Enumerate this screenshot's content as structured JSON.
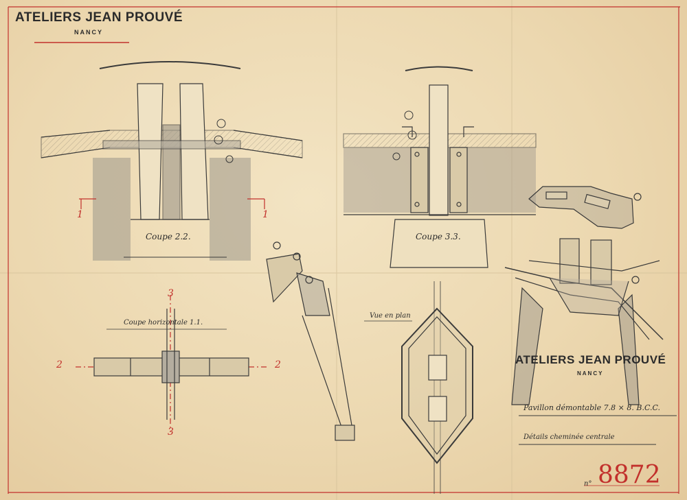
{
  "header": {
    "company": "ATELIERS JEAN PROUVÉ",
    "city": "NANCY"
  },
  "sections": {
    "coupe_22": "Coupe 2.2.",
    "coupe_33": "Coupe 3.3.",
    "coupe_horizontale": "Coupe horizontale 1.1.",
    "vue_en_plan": "Vue en plan"
  },
  "markers": {
    "one": "1",
    "two": "2",
    "three": "3"
  },
  "title_block": {
    "company": "ATELIERS JEAN PROUVÉ",
    "city": "NANCY",
    "project": "Pavillon démontable  7.8 × 8.  B.C.C.",
    "subject": "Détails cheminée centrale",
    "sheet_prefix": "n°",
    "sheet_number": "8872"
  },
  "colors": {
    "paper": "#ecd8b0",
    "pencil": "#3a3a3a",
    "red_ink": "#c2302c"
  },
  "icons": {
    "callout": "numbered-circle-callout",
    "section_arrow": "section-marker-arrow"
  }
}
